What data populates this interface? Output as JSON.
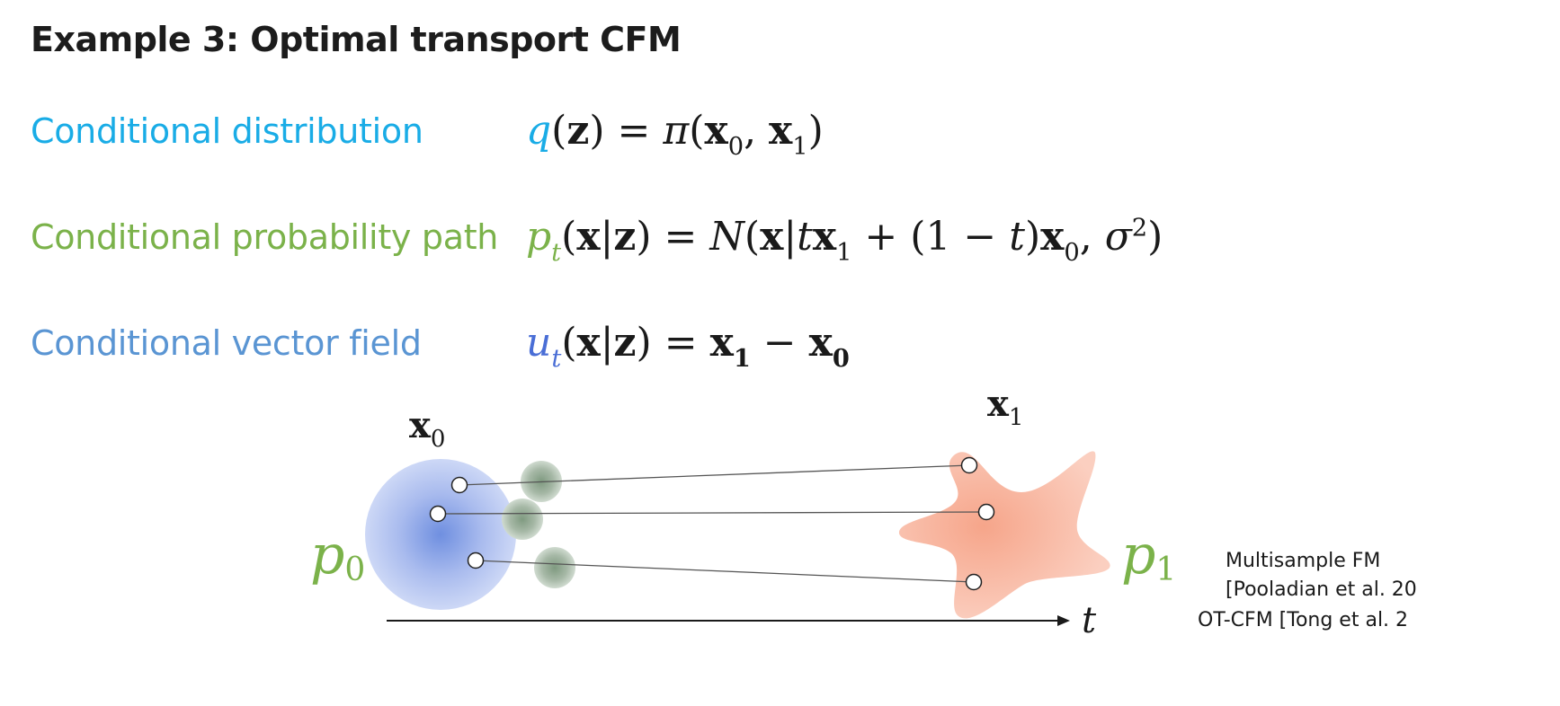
{
  "title": "Example 3: Optimal transport CFM",
  "rows": [
    {
      "label": "Conditional distribution",
      "color": "#19ace6",
      "lhs_fn": "q",
      "lhs_arg": "(z)",
      "rhs": "= π(x₀, x₁)"
    },
    {
      "label": "Conditional probability path",
      "color": "#7bb24a",
      "lhs_fn": "p",
      "lhs_sub": "t",
      "lhs_arg": "(x|z)",
      "rhs": "= N(x|tx₁ + (1 − t)x₀, σ²)"
    },
    {
      "label": "Conditional vector field",
      "color": "#5a95d3",
      "lhs_fn": "u",
      "lhs_sub": "t",
      "lhs_arg": "(x|z)",
      "rhs": "= x₁ − x₀"
    }
  ],
  "diagram": {
    "source_label": "x",
    "source_sub": "0",
    "target_label": "x",
    "target_sub": "1",
    "p0_label": "p",
    "p0_sub": "0",
    "p1_label": "p",
    "p1_sub": "1",
    "axis_label": "t",
    "colors": {
      "source": "#6f8fe0",
      "target": "#f6a58a",
      "intermediate": "#7f9a80",
      "label_green": "#7bb24a"
    }
  },
  "references": [
    "Multisample FM",
    "[Pooladian et al. 20",
    "OT-CFM [Tong et al. 2"
  ]
}
